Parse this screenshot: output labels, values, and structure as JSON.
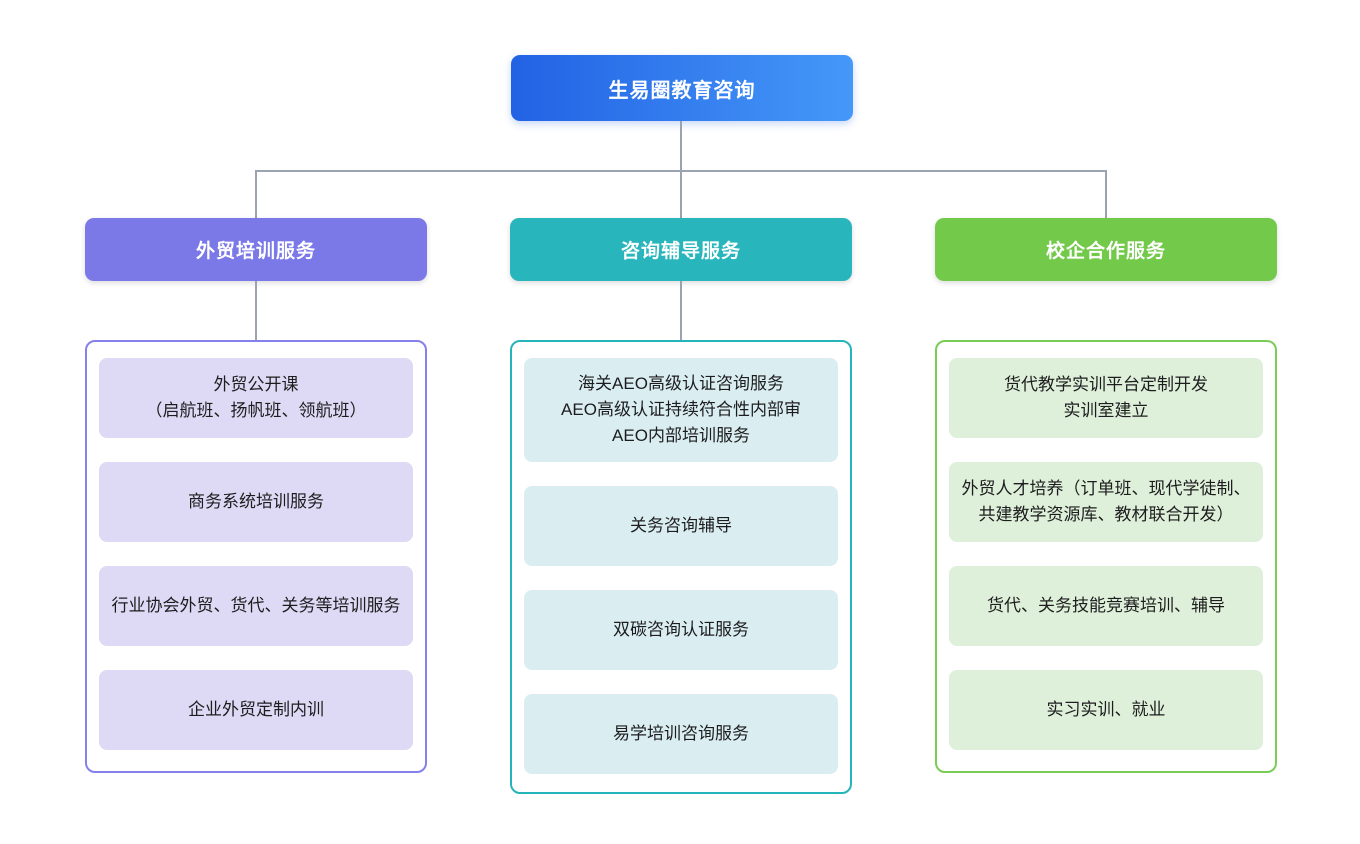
{
  "root": {
    "label": "生易圈教育咨询"
  },
  "branches": [
    {
      "label": "外贸培训服务",
      "items": [
        "外贸公开课\n（启航班、扬帆班、领航班）",
        "商务系统培训服务",
        "行业协会外贸、货代、关务等培训服务",
        "企业外贸定制内训"
      ]
    },
    {
      "label": "咨询辅导服务",
      "items": [
        "海关AEO高级认证咨询服务\nAEO高级认证持续符合性内部审\nAEO内部培训服务",
        "关务咨询辅导",
        "双碳咨询认证服务",
        "易学培训咨询服务"
      ]
    },
    {
      "label": "校企合作服务",
      "items": [
        "货代教学实训平台定制开发\n实训室建立",
        "外贸人才培养（订单班、现代学徒制、共建教学资源库、教材联合开发）",
        "货代、关务技能竞赛培训、辅导",
        "实习实训、就业"
      ]
    }
  ],
  "colors": {
    "root_gradient_start": "#2262e4",
    "root_gradient_end": "#4598f8",
    "branch1_header": "#7b79e8",
    "branch1_border": "#8481ea",
    "branch1_item_bg": "#dedaf5",
    "branch2_header": "#28b6bc",
    "branch2_border": "#25b4ba",
    "branch2_item_bg": "#daeef1",
    "branch3_header": "#73ca4a",
    "branch3_border": "#79cd55",
    "branch3_item_bg": "#def0d9",
    "connector_line": "#9aa3af",
    "item_text": "#1d1d1f",
    "background": "#ffffff"
  }
}
